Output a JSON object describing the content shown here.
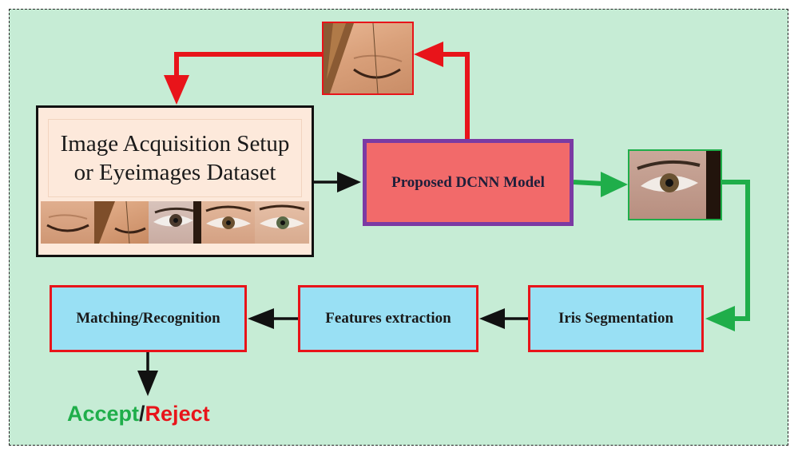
{
  "diagram": {
    "acquisition_box": {
      "line1": "Image Acquisition Setup",
      "line2": "or Eyeimages Dataset",
      "thumbnail_icons": [
        "closed-eye-image-icon",
        "closed-eye-with-hair-image-icon",
        "open-eye-image-icon",
        "open-eye-image-icon",
        "open-eye-image-icon"
      ]
    },
    "model_box": {
      "label": "Proposed DCNN Model"
    },
    "iris_box": {
      "label": "Iris Segmentation"
    },
    "features_box": {
      "label": "Features extraction"
    },
    "matching_box": {
      "label": "Matching/Recognition"
    },
    "result": {
      "accept": "Accept",
      "separator": "/",
      "reject": "Reject"
    },
    "colors": {
      "background": "#c6ecd5",
      "model_fill": "#f26a6a",
      "model_border": "#7b3aa3",
      "process_fill": "#99e0f4",
      "process_border": "#e8141a",
      "reject_arrow": "#e8141a",
      "accept_arrow": "#1fae4a"
    }
  }
}
